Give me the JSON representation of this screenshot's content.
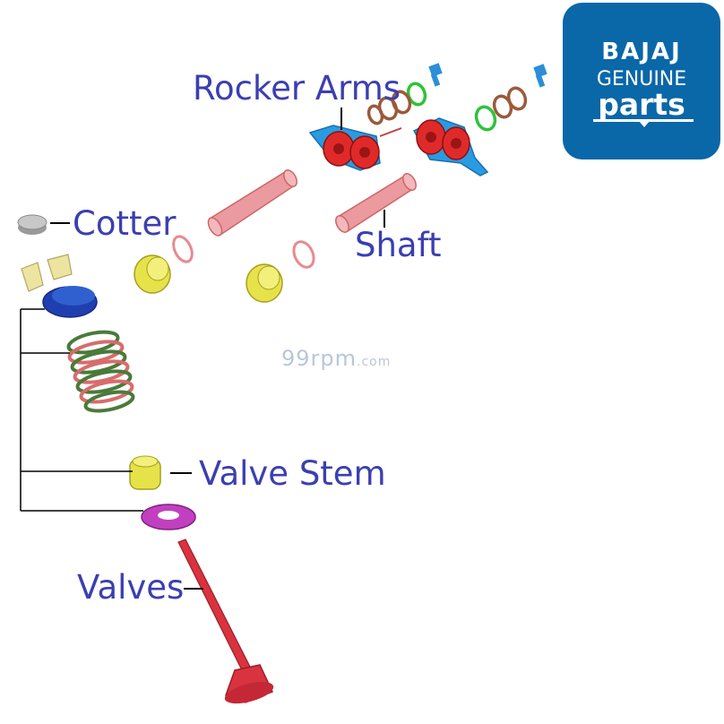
{
  "labels": {
    "rocker_arms": "Rocker Arms",
    "cotter": "Cotter",
    "shaft": "Shaft",
    "valve_stem": "Valve Stem",
    "valves": "Valves"
  },
  "watermark": {
    "main": "99rpm",
    "suffix": ".com"
  },
  "logo": {
    "brand": "BAJAJ",
    "line1": "GENUINE",
    "line2": "parts"
  },
  "colors": {
    "label_text": "#3b3fb0",
    "logo_bg": "#0a67a8",
    "rocker_arm": "#2a9be0",
    "rocker_roller": "#e02a2a",
    "shaft": "#eb9aa0",
    "o_ring_green": "#2ec33a",
    "o_ring_brown": "#9b5a3a",
    "bolt": "#2a8fd8",
    "yellow_part": "#e6e34a",
    "spring_retainer": "#1f3fb0",
    "valve_spring": "#4a7a3a",
    "valve_seal": "#c040c0",
    "valve": "#d9333f"
  }
}
